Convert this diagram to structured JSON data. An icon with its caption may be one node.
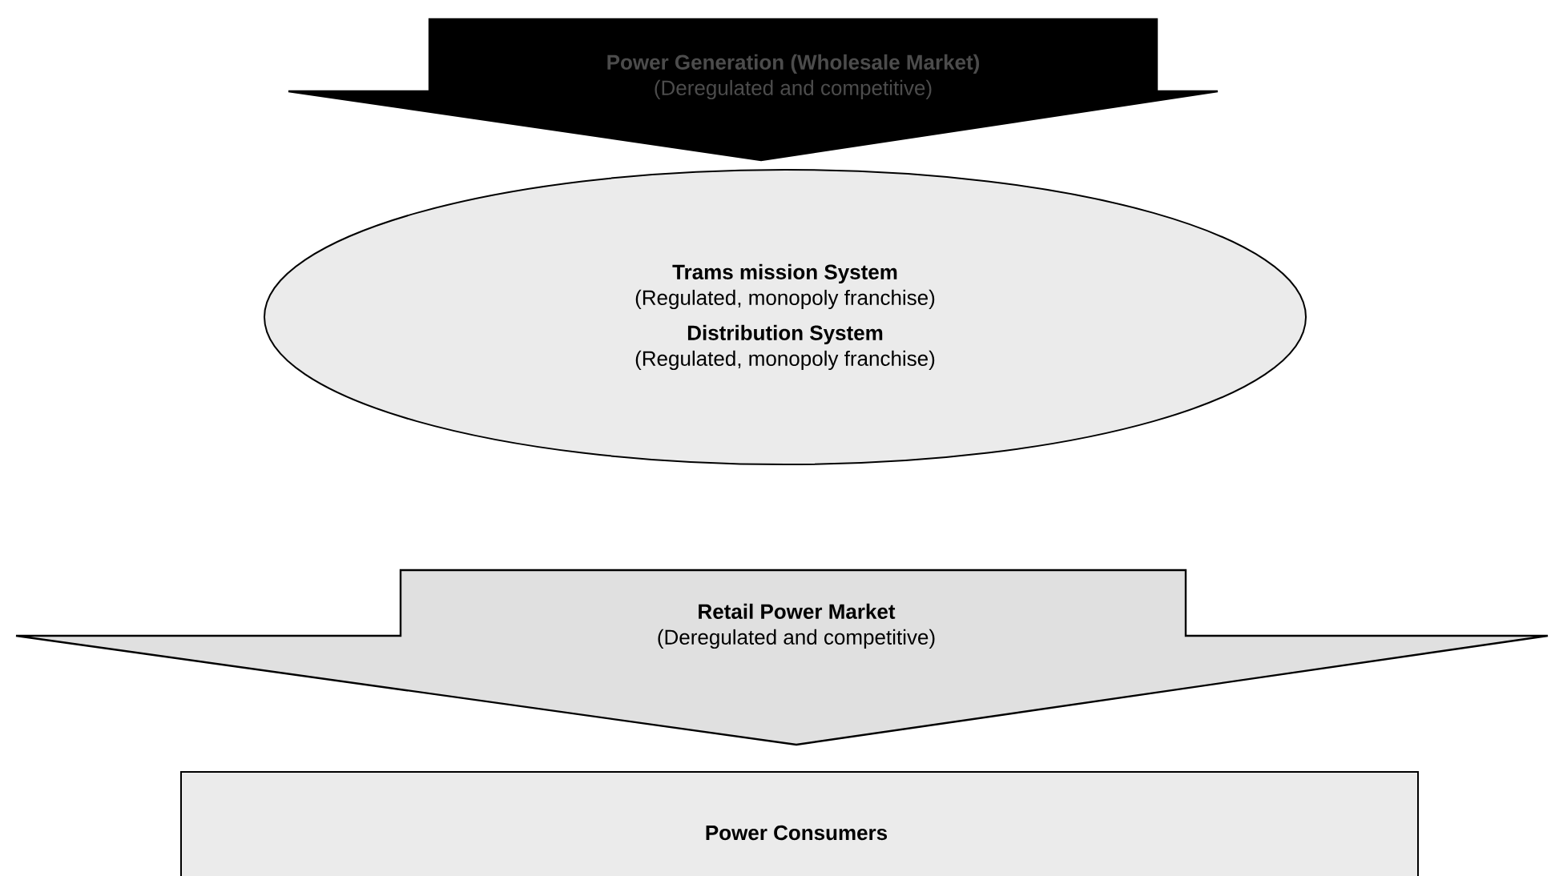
{
  "diagram": {
    "nodes": [
      {
        "text": [
          "Power Generation (Wholesale Market)",
          "(Deregulated and competitive)"
        ]
      },
      {
        "text": [
          "Trams mission System",
          "(Regulated, monopoly franchise)",
          "Distribution System",
          "(Regulated, monopoly franchise)"
        ]
      },
      {
        "text": [
          "Retail Power Market",
          "(Deregulated and competitive)"
        ]
      },
      {
        "text": [
          "Power Consumers"
        ]
      }
    ]
  }
}
